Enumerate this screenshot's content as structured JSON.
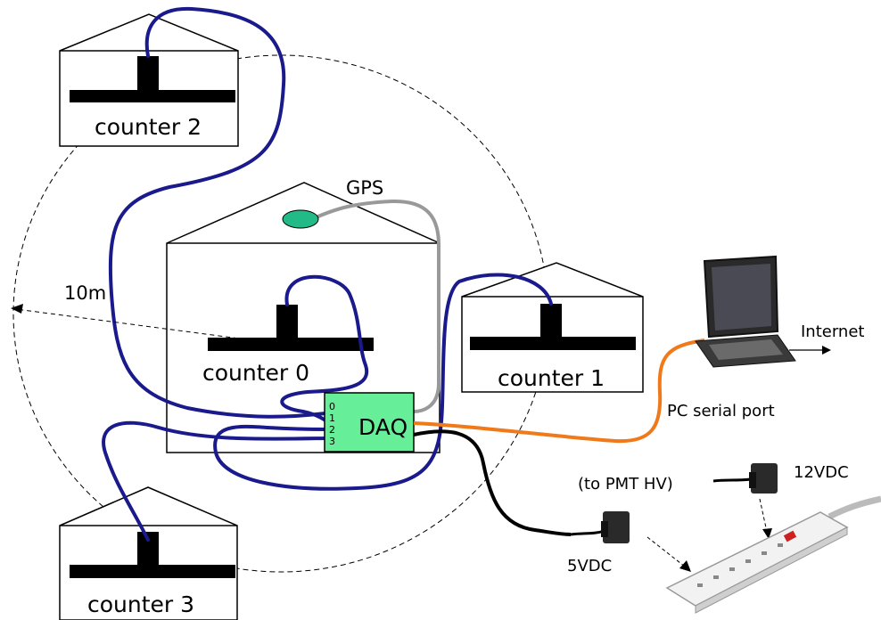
{
  "labels": {
    "counter_2": "counter 2",
    "counter_0": "counter 0",
    "counter_1": "counter 1",
    "counter_3": "counter 3",
    "gps": "GPS",
    "radius": "10m",
    "daq": "DAQ",
    "daq_ports": [
      "0",
      "1",
      "2",
      "3"
    ],
    "internet": "Internet",
    "pc_serial_port": "PC serial port",
    "to_pmt_hv": "(to PMT HV)",
    "v12": "12VDC",
    "v5": "5VDC"
  },
  "colors": {
    "signal_cable": "#1a1a8c",
    "gps_cable": "#999999",
    "serial_cable": "#f07a1a",
    "power_cable": "#000000",
    "daq_box": "#66ee99",
    "gps_antenna": "#22bb88"
  }
}
